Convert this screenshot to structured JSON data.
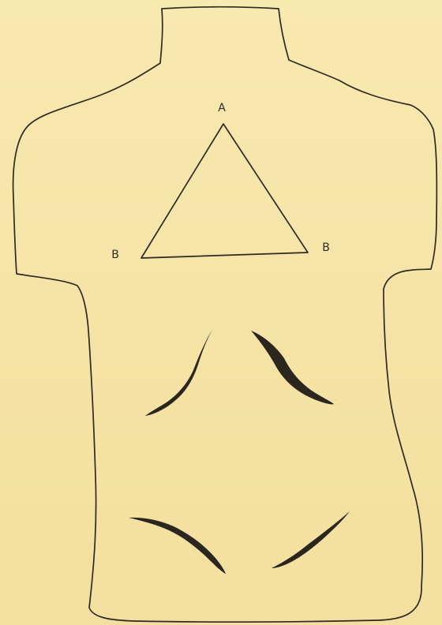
{
  "diagram": {
    "labels": {
      "apex": "A",
      "left_base": "B",
      "right_base": "B"
    },
    "colors": {
      "background": "#f6e6aa",
      "ink": "#2e2a22"
    }
  }
}
